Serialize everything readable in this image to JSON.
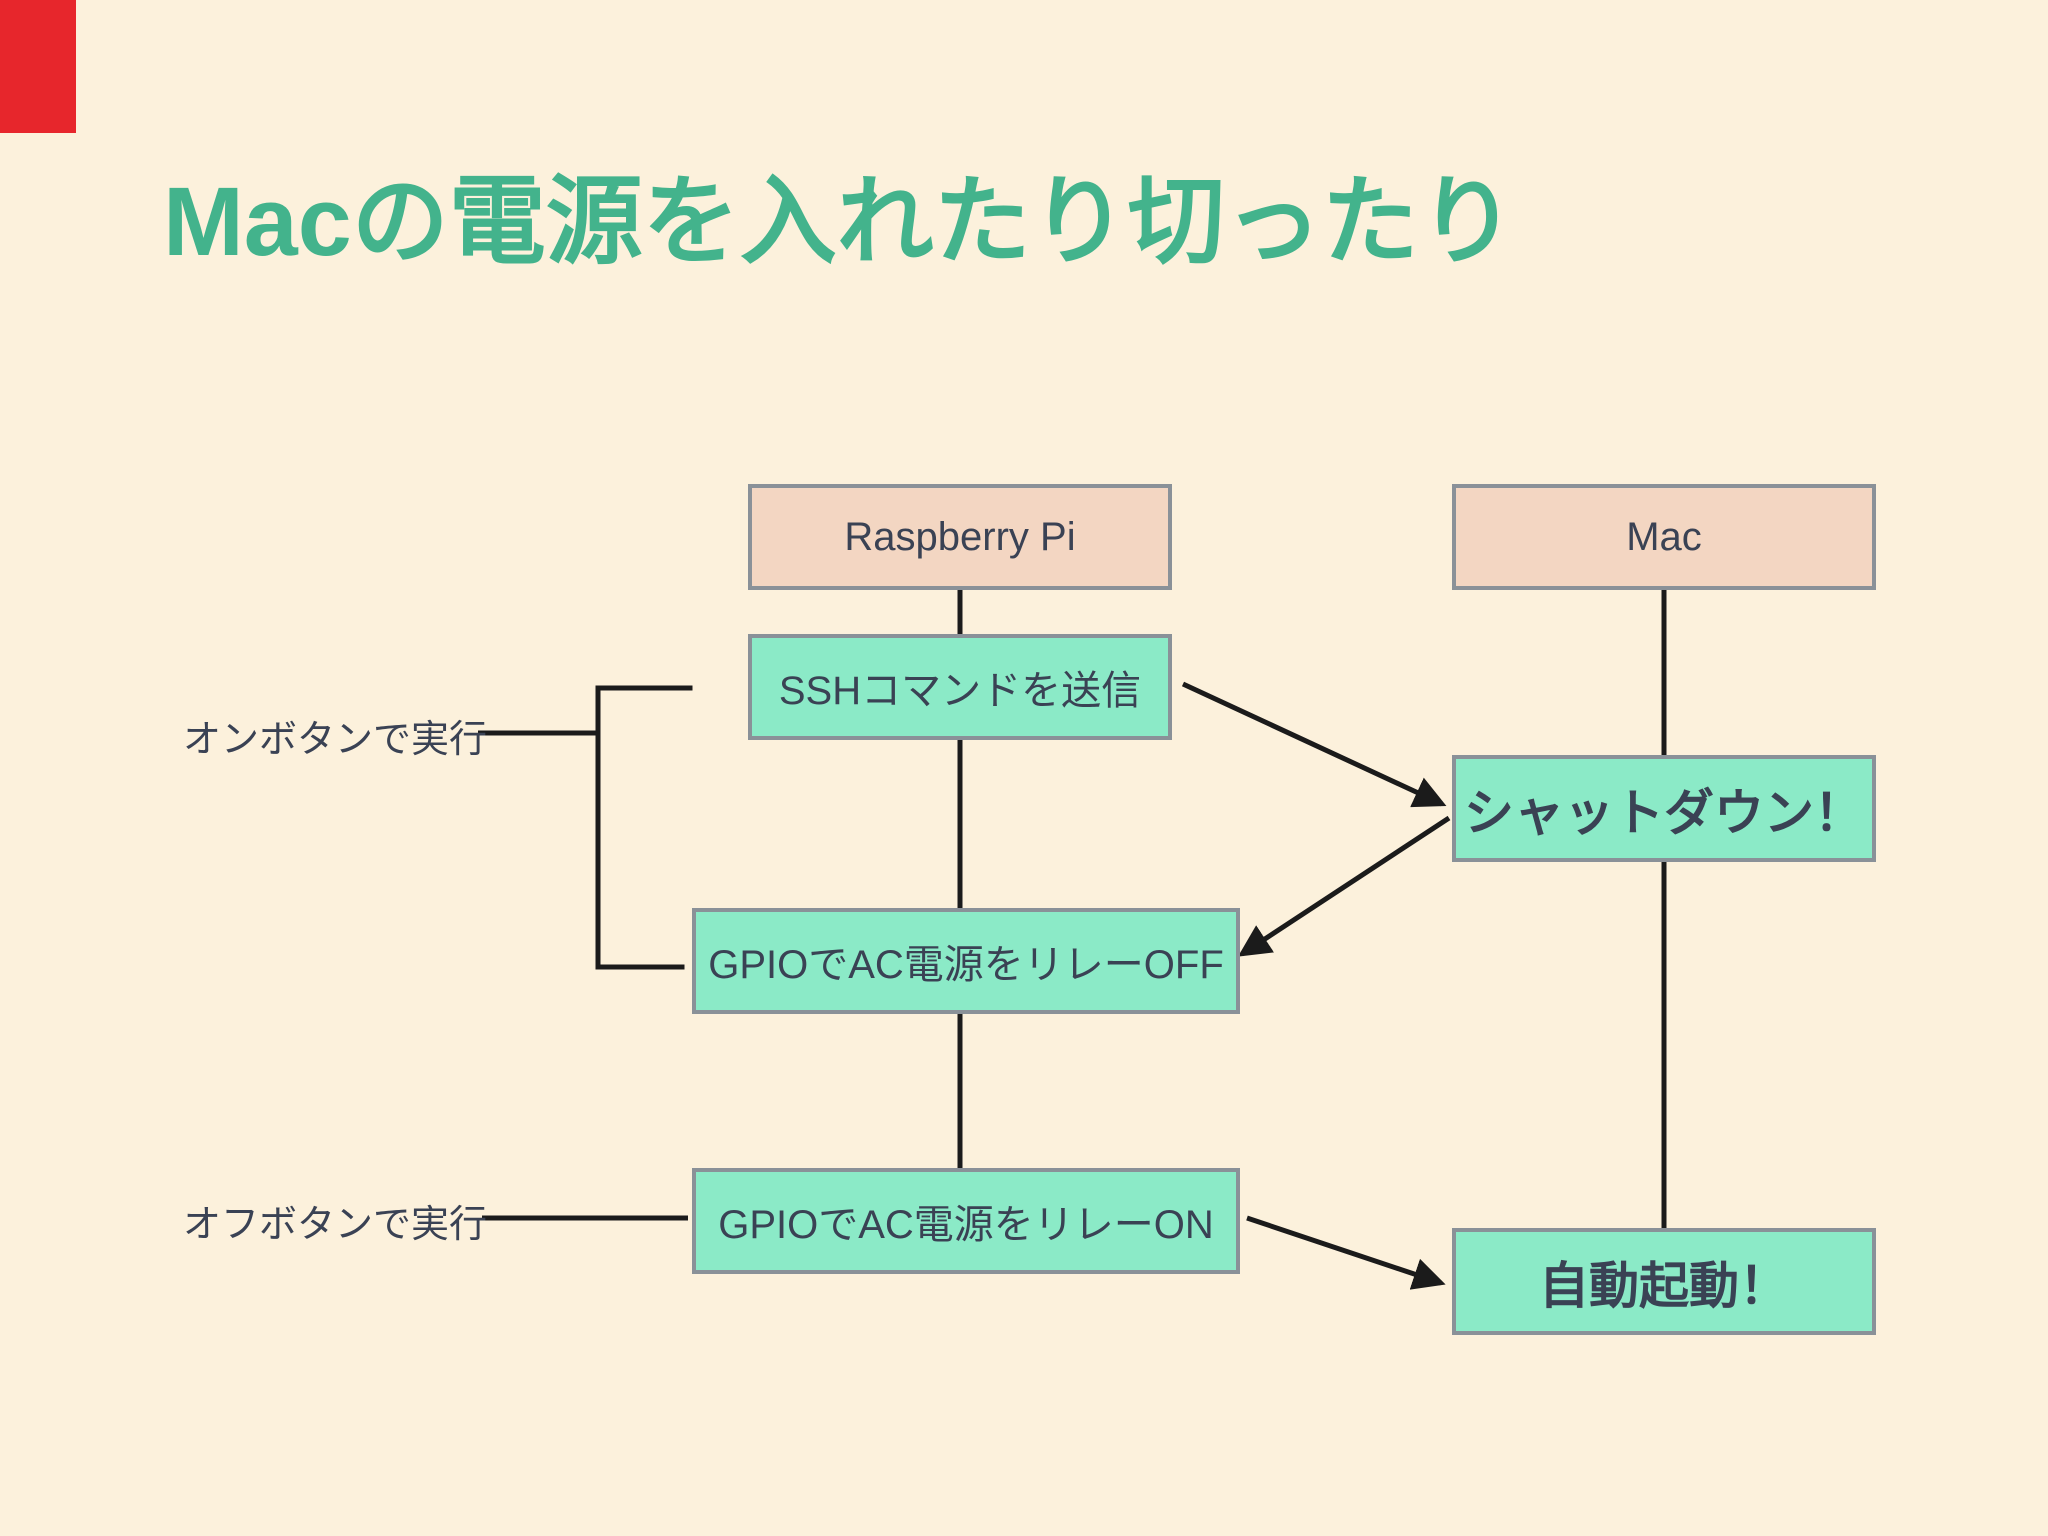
{
  "slide": {
    "title": "Macの電源を入れたり切ったり",
    "background_color": "#FCF1DC",
    "title_color": "#43B38C",
    "corner_marker_color": "#E7262C"
  },
  "diagram": {
    "colors": {
      "device_box_fill": "#F3D6C2",
      "action_box_fill": "#8BEAC7",
      "box_border": "#8A9198",
      "box_text": "#3A4254",
      "connector": "#1B1B1B"
    },
    "nodes": {
      "raspberry_pi": {
        "label": "Raspberry Pi"
      },
      "mac": {
        "label": "Mac"
      },
      "ssh_command": {
        "label": "SSHコマンドを送信"
      },
      "shutdown": {
        "label": "シャットダウン！"
      },
      "gpio_relay_off": {
        "label": "GPIOでAC電源をリレーOFF"
      },
      "gpio_relay_on": {
        "label": "GPIOでAC電源をリレーON"
      },
      "auto_boot": {
        "label": "自動起動！"
      }
    },
    "annotations": {
      "on_button": {
        "label": "オンボタンで実行"
      },
      "off_button": {
        "label": "オフボタンで実行"
      }
    },
    "edges": [
      {
        "from": "raspberry_pi",
        "to": "ssh_command",
        "style": "plain"
      },
      {
        "from": "ssh_command",
        "to": "gpio_relay_off",
        "style": "plain"
      },
      {
        "from": "gpio_relay_off",
        "to": "gpio_relay_on",
        "style": "plain"
      },
      {
        "from": "mac",
        "to": "shutdown",
        "style": "plain"
      },
      {
        "from": "shutdown",
        "to": "auto_boot",
        "style": "plain"
      },
      {
        "from": "ssh_command",
        "to": "shutdown",
        "style": "arrow"
      },
      {
        "from": "shutdown",
        "to": "gpio_relay_off",
        "style": "arrow"
      },
      {
        "from": "gpio_relay_on",
        "to": "auto_boot",
        "style": "arrow"
      },
      {
        "from": "on_button",
        "to": "ssh_command+gpio_relay_off",
        "style": "bracket"
      },
      {
        "from": "off_button",
        "to": "gpio_relay_on",
        "style": "plain"
      }
    ]
  }
}
